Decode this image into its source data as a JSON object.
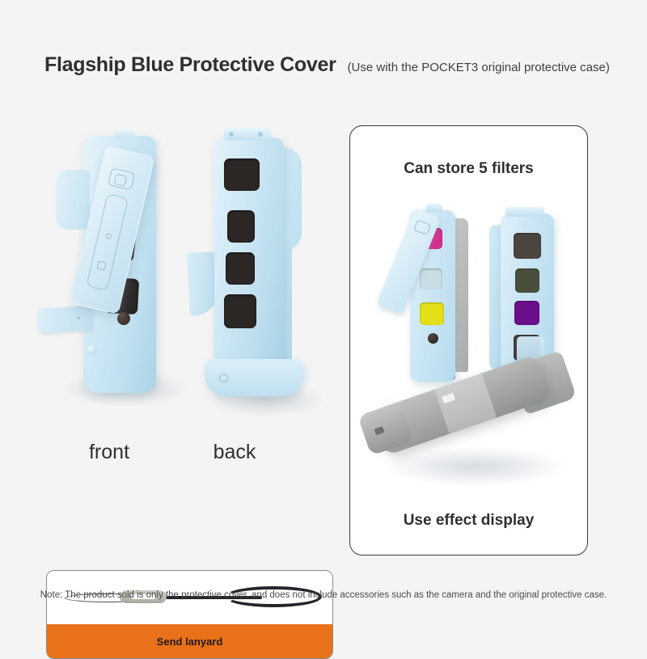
{
  "page": {
    "background_color": "#f4f4f4",
    "accent_color": "#e8711a",
    "product_color": "#cbe4f0"
  },
  "header": {
    "title": "Flagship Blue Protective Cover",
    "subtitle": "(Use with the POCKET3 original protective case)"
  },
  "product_views": {
    "front_label": "front",
    "back_label": "back"
  },
  "lanyard_card": {
    "banner_label": "Send lanyard",
    "banner_color": "#e8711a"
  },
  "right_panel": {
    "top_heading": "Can store 5 filters",
    "bottom_heading": "Use effect display",
    "filters_colored": [
      {
        "name": "magenta-filter",
        "color": "#d62f8f"
      },
      {
        "name": "clear-filter",
        "color": "#c9dde5"
      },
      {
        "name": "yellow-filter",
        "color": "#e3e019"
      }
    ],
    "filters_dark": [
      {
        "name": "nd-filter-1",
        "color": "#4c443f"
      },
      {
        "name": "nd-filter-2",
        "color": "#4a4f3c"
      },
      {
        "name": "nd-filter-3",
        "color": "#6b0f8a"
      },
      {
        "name": "nd-filter-4",
        "color": "#45413f"
      }
    ]
  },
  "footer": {
    "note": "Note: The product sold is only the protective cover, and does not include accessories such as the camera and the original protective case."
  }
}
